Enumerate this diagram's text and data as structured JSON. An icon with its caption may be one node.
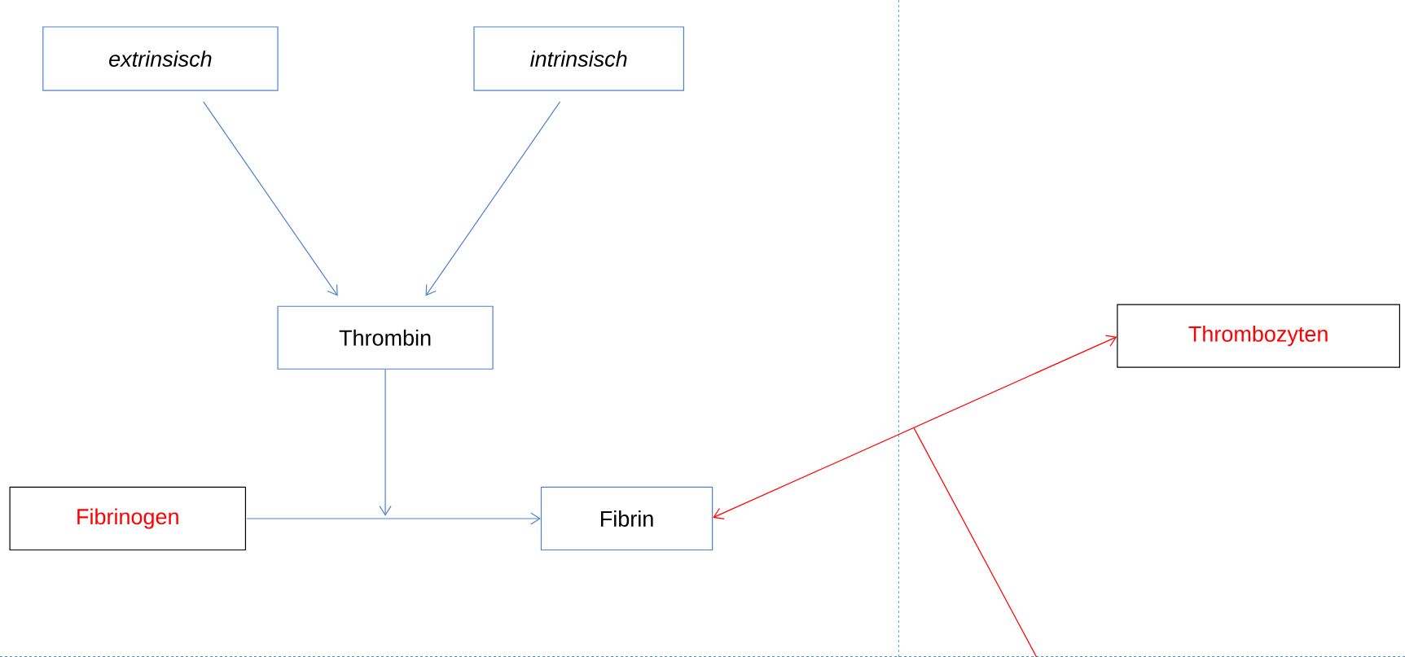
{
  "diagram": {
    "nodes": [
      {
        "text": [
          "extrinsisch"
        ]
      },
      {
        "text": [
          "intrinsisch"
        ]
      },
      {
        "text": [
          "Thrombin"
        ]
      },
      {
        "text": [
          "Fibrinogen"
        ]
      },
      {
        "text": [
          "Fibrin"
        ]
      },
      {
        "text": [
          "Thrombozyten"
        ]
      }
    ],
    "edges": [
      {
        "from": 0,
        "to": 2,
        "arrow": "to"
      },
      {
        "from": 1,
        "to": 2,
        "arrow": "to"
      },
      {
        "from": 3,
        "to": 4,
        "arrow": "to"
      },
      {
        "from": 2,
        "to": null,
        "arrow": "to"
      },
      {
        "from": 4,
        "to": 5,
        "arrow": "both",
        "color": "#ff0000"
      }
    ]
  }
}
